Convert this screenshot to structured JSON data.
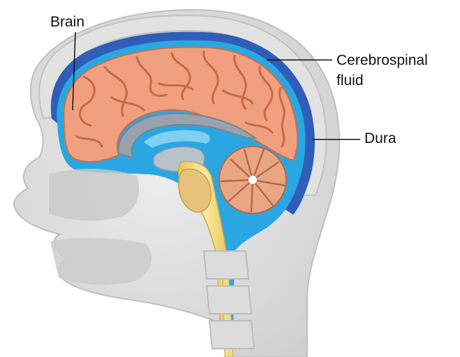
{
  "labels": {
    "brain": "Brain",
    "csf_line1": "Cerebrospinal",
    "csf_line2": "fluid",
    "dura": "Dura"
  },
  "colors": {
    "brain_tissue": "#f0a07e",
    "brain_outline": "#c8704f",
    "csf": "#2aa6e2",
    "csf_light": "#7fd0f2",
    "dura": "#2f5eb8",
    "skull_gray": "#d3d3d3",
    "spinal_cord": "#f3dc86",
    "leader_line": "#111111"
  }
}
